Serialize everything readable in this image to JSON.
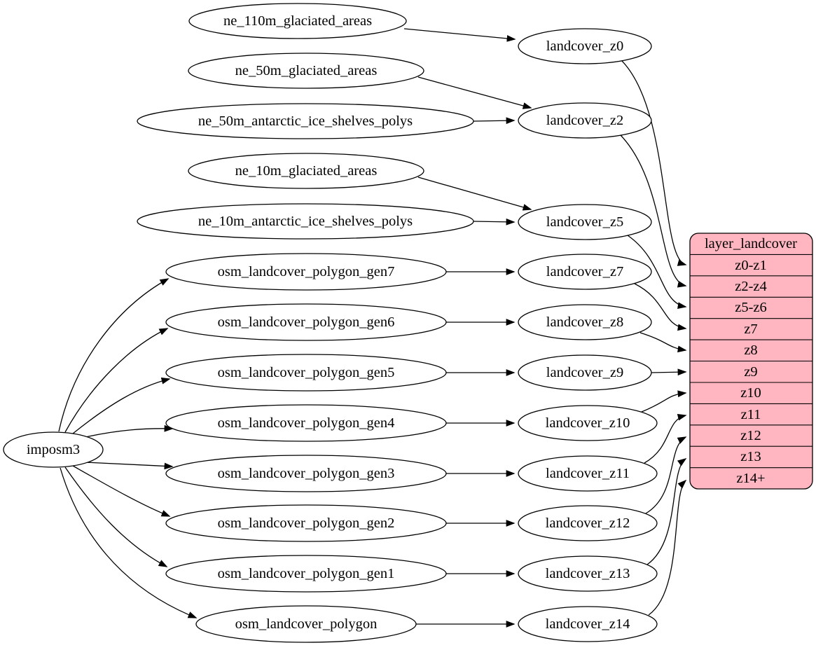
{
  "root": {
    "label": "imposm3"
  },
  "sources": [
    {
      "label": "ne_110m_glaciated_areas"
    },
    {
      "label": "ne_50m_glaciated_areas"
    },
    {
      "label": "ne_50m_antarctic_ice_shelves_polys"
    },
    {
      "label": "ne_10m_glaciated_areas"
    },
    {
      "label": "ne_10m_antarctic_ice_shelves_polys"
    },
    {
      "label": "osm_landcover_polygon_gen7"
    },
    {
      "label": "osm_landcover_polygon_gen6"
    },
    {
      "label": "osm_landcover_polygon_gen5"
    },
    {
      "label": "osm_landcover_polygon_gen4"
    },
    {
      "label": "osm_landcover_polygon_gen3"
    },
    {
      "label": "osm_landcover_polygon_gen2"
    },
    {
      "label": "osm_landcover_polygon_gen1"
    },
    {
      "label": "osm_landcover_polygon"
    }
  ],
  "stages": [
    {
      "label": "landcover_z0"
    },
    {
      "label": "landcover_z2"
    },
    {
      "label": "landcover_z5"
    },
    {
      "label": "landcover_z7"
    },
    {
      "label": "landcover_z8"
    },
    {
      "label": "landcover_z9"
    },
    {
      "label": "landcover_z10"
    },
    {
      "label": "landcover_z11"
    },
    {
      "label": "landcover_z12"
    },
    {
      "label": "landcover_z13"
    },
    {
      "label": "landcover_z14"
    }
  ],
  "table": {
    "title": "layer_landcover",
    "fill": "#ffb6c1",
    "rows": [
      "z0-z1",
      "z2-z4",
      "z5-z6",
      "z7",
      "z8",
      "z9",
      "z10",
      "z11",
      "z12",
      "z13",
      "z14+"
    ]
  },
  "colors": {
    "background": "#ffffff",
    "node_fill": "#ffffff",
    "stroke": "#000000",
    "table_fill": "#ffb6c1"
  },
  "edges": [
    {
      "from": "imposm3",
      "to": "osm_landcover_polygon_gen7"
    },
    {
      "from": "imposm3",
      "to": "osm_landcover_polygon_gen6"
    },
    {
      "from": "imposm3",
      "to": "osm_landcover_polygon_gen5"
    },
    {
      "from": "imposm3",
      "to": "osm_landcover_polygon_gen4"
    },
    {
      "from": "imposm3",
      "to": "osm_landcover_polygon_gen3"
    },
    {
      "from": "imposm3",
      "to": "osm_landcover_polygon_gen2"
    },
    {
      "from": "imposm3",
      "to": "osm_landcover_polygon_gen1"
    },
    {
      "from": "imposm3",
      "to": "osm_landcover_polygon"
    },
    {
      "from": "ne_110m_glaciated_areas",
      "to": "landcover_z0"
    },
    {
      "from": "ne_50m_glaciated_areas",
      "to": "landcover_z2"
    },
    {
      "from": "ne_50m_antarctic_ice_shelves_polys",
      "to": "landcover_z2"
    },
    {
      "from": "ne_10m_glaciated_areas",
      "to": "landcover_z5"
    },
    {
      "from": "ne_10m_antarctic_ice_shelves_polys",
      "to": "landcover_z5"
    },
    {
      "from": "osm_landcover_polygon_gen7",
      "to": "landcover_z7"
    },
    {
      "from": "osm_landcover_polygon_gen6",
      "to": "landcover_z8"
    },
    {
      "from": "osm_landcover_polygon_gen5",
      "to": "landcover_z9"
    },
    {
      "from": "osm_landcover_polygon_gen4",
      "to": "landcover_z10"
    },
    {
      "from": "osm_landcover_polygon_gen3",
      "to": "landcover_z11"
    },
    {
      "from": "osm_landcover_polygon_gen2",
      "to": "landcover_z12"
    },
    {
      "from": "osm_landcover_polygon_gen1",
      "to": "landcover_z13"
    },
    {
      "from": "osm_landcover_polygon",
      "to": "landcover_z14"
    },
    {
      "from": "landcover_z0",
      "to": "layer_landcover.z0-z1"
    },
    {
      "from": "landcover_z2",
      "to": "layer_landcover.z2-z4"
    },
    {
      "from": "landcover_z5",
      "to": "layer_landcover.z5-z6"
    },
    {
      "from": "landcover_z7",
      "to": "layer_landcover.z7"
    },
    {
      "from": "landcover_z8",
      "to": "layer_landcover.z8"
    },
    {
      "from": "landcover_z9",
      "to": "layer_landcover.z9"
    },
    {
      "from": "landcover_z10",
      "to": "layer_landcover.z10"
    },
    {
      "from": "landcover_z11",
      "to": "layer_landcover.z11"
    },
    {
      "from": "landcover_z12",
      "to": "layer_landcover.z12"
    },
    {
      "from": "landcover_z13",
      "to": "layer_landcover.z13"
    },
    {
      "from": "landcover_z14",
      "to": "layer_landcover.z14+"
    }
  ]
}
